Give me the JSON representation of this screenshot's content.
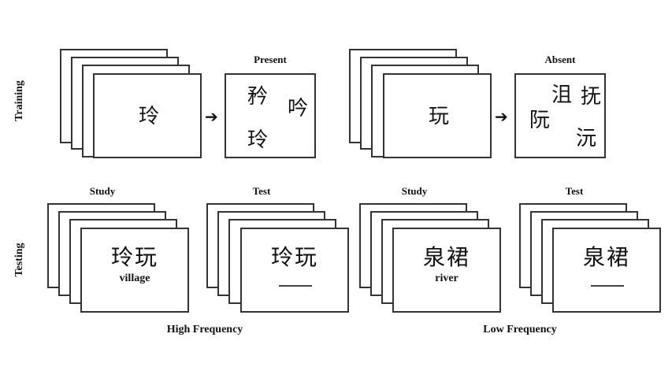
{
  "side_labels": {
    "training": "Training",
    "testing": "Testing"
  },
  "training": {
    "present": {
      "cue_char": "玲",
      "arrow_icon": "➔",
      "label": "Present",
      "chars": [
        "矜",
        "吟",
        "玲"
      ]
    },
    "absent": {
      "cue_char": "玩",
      "arrow_icon": "➔",
      "label": "Absent",
      "chars": [
        "沮",
        "抚",
        "阮",
        "沅"
      ]
    }
  },
  "testing": {
    "high_frequency": {
      "label": "High Frequency",
      "study": {
        "label": "Study",
        "chars": "玲玩",
        "english": "village"
      },
      "test": {
        "label": "Test",
        "chars": "玲玩",
        "blank": "____"
      }
    },
    "low_frequency": {
      "label": "Low Frequency",
      "study": {
        "label": "Study",
        "chars": "泉裙",
        "english": "river"
      },
      "test": {
        "label": "Test",
        "chars": "泉裙",
        "blank": "____"
      }
    }
  }
}
